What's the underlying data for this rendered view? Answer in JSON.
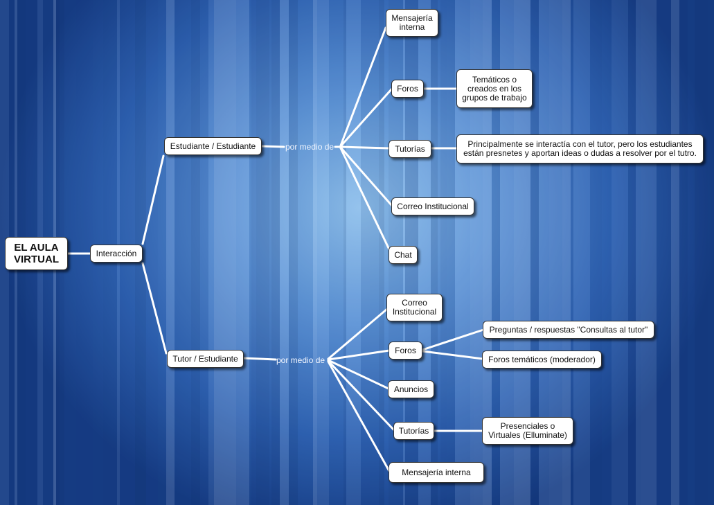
{
  "map": {
    "root": "EL AULA VIRTUAL",
    "interaction": "Interacción",
    "branch_student": {
      "title": "Estudiante / Estudiante",
      "link": "por medio de",
      "items": {
        "mensajeria": "Mensajería interna",
        "foros": "Foros",
        "foros_detail": "Temáticos o creados en los grupos de trabajo",
        "tutorias": "Tutorías",
        "tutorias_detail": "Principalmente se interactía con el tutor, pero los estudiantes están presnetes y aportan ideas o dudas a resolver por el tutro.",
        "correo": "Correo Institucional",
        "chat": "Chat"
      }
    },
    "branch_tutor": {
      "title": "Tutor / Estudiante",
      "link": "por medio de",
      "items": {
        "correo": "Correo Institucional",
        "foros": "Foros",
        "foros_detail_1": "Preguntas / respuestas  \"Consultas al tutor\"",
        "foros_detail_2": "Foros temáticos (moderador)",
        "anuncios": "Anuncios",
        "tutorias": "Tutorías",
        "tutorias_detail": "Presenciales o Virtuales (Elluminate)",
        "mensajeria": "Mensajería interna"
      }
    }
  },
  "colors": {
    "background": "#2f63b3",
    "node": "#ffffff",
    "connector": "#ffffff"
  }
}
